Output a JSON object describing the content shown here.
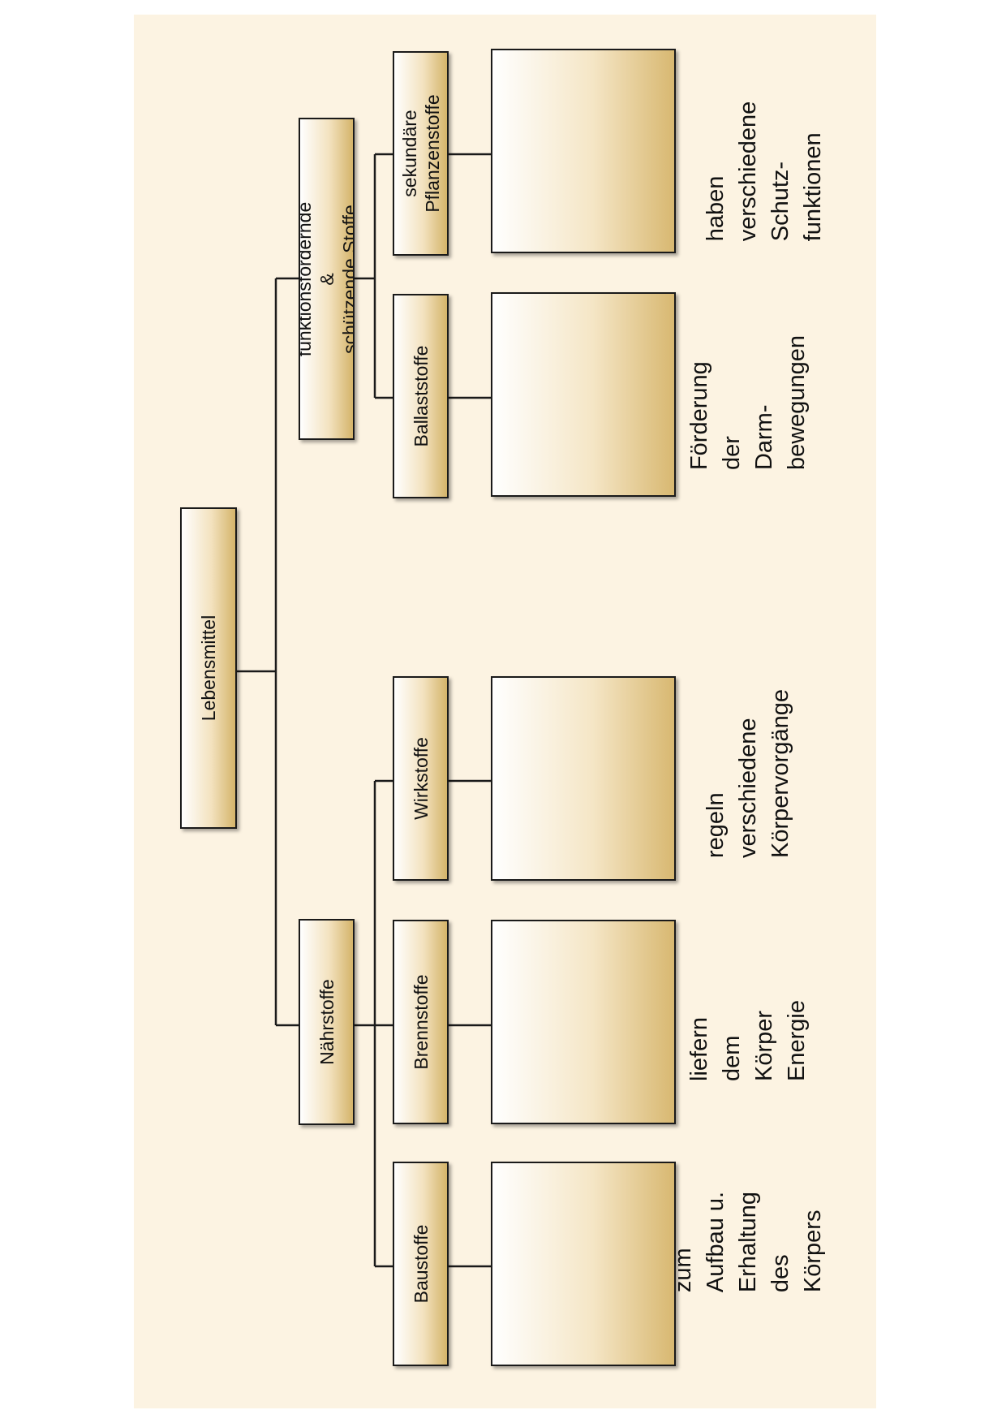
{
  "root": {
    "label": "Lebensmittel"
  },
  "branches": [
    {
      "label": "Nährstoffe",
      "children": [
        {
          "label": "Baustoffe",
          "description": "zum Aufbau u.\nErhaltung des\nKörpers"
        },
        {
          "label": "Brennstoffe",
          "description": "liefern dem\nKörper\nEnergie"
        },
        {
          "label": "Wirkstoffe",
          "description": "regeln\nverschiedene\nKörpervorgänge"
        }
      ]
    },
    {
      "label": "funktionsfördernde &\nschützende Stoffe",
      "children": [
        {
          "label": "Ballaststoffe",
          "description": "Förderung der\nDarm-\nbewegungen"
        },
        {
          "label": "sekundäre\nPflanzenstoffe",
          "description": "haben\nverschiedene\nSchutz-\nfunktionen"
        }
      ]
    }
  ],
  "colors": {
    "background": "#fcf3e2",
    "box_gradient_start": "#ffffff",
    "box_gradient_end": "#d4b46a",
    "line": "#1a1a1a"
  }
}
